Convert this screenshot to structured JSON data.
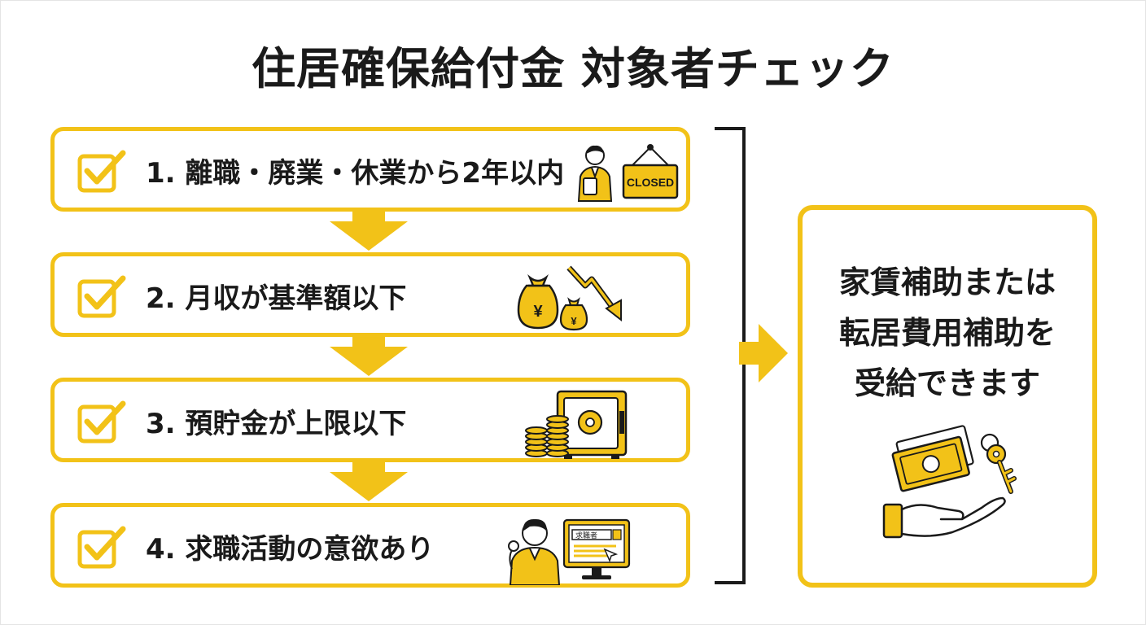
{
  "title": "住居確保給付金 対象者チェック",
  "steps": [
    {
      "label": "1. 離職・廃業・休業から2年以内",
      "illustration": "person-with-closed-sign-icon",
      "sign_text": "CLOSED"
    },
    {
      "label": "2. 月収が基準額以下",
      "illustration": "money-bags-down-arrow-icon",
      "currency_symbol": "¥"
    },
    {
      "label": "3. 預貯金が上限以下",
      "illustration": "safe-and-coins-icon"
    },
    {
      "label": "4. 求職活動の意欲あり",
      "illustration": "job-seeker-computer-icon",
      "screen_text": "求職者"
    }
  ],
  "result": {
    "lines": [
      "家賃補助または",
      "転居費用補助を",
      "受給できます"
    ],
    "illustration": "hand-money-key-icon"
  },
  "colors": {
    "accent": "#f2c218",
    "text": "#1a1a1a",
    "border": "#e4e4e4"
  }
}
